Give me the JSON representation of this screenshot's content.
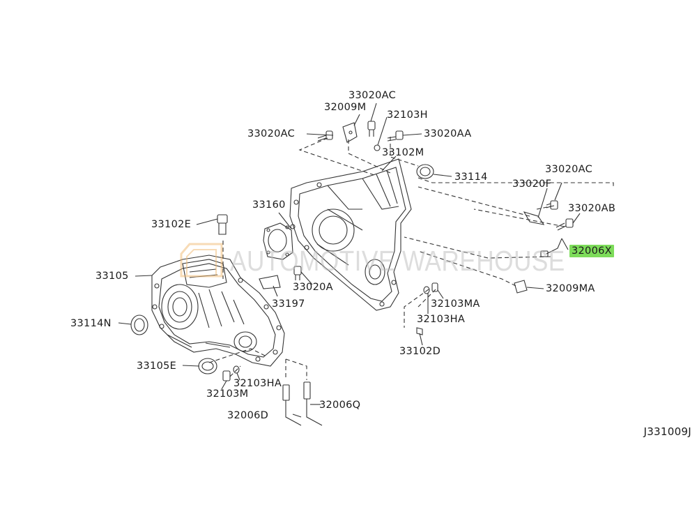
{
  "highlight_color": "#7ddc5a",
  "watermark_text": "AUTOMOTIVE WAREHOUSE",
  "watermark_accent": "#f0b870",
  "reference_code": "J331009J",
  "parts": {
    "p33020AC_top": "33020AC",
    "p32009M": "32009M",
    "p32103H": "32103H",
    "p33020AC_left": "33020AC",
    "p33020AA": "33020AA",
    "p33102M": "33102M",
    "p33114": "33114",
    "p33020AC_right": "33020AC",
    "p33020F": "33020F",
    "p33020AB": "33020AB",
    "p33160": "33160",
    "p32006X": "32006X",
    "p33102E": "33102E",
    "p33105": "33105",
    "p33020A": "33020A",
    "p32009MA": "32009MA",
    "p33197": "33197",
    "p32103MA": "32103MA",
    "p33114N": "33114N",
    "p32103HA_right": "32103HA",
    "p33102D": "33102D",
    "p33105E": "33105E",
    "p32103HA_left": "32103HA",
    "p32103M": "32103M",
    "p32006Q": "32006Q",
    "p32006D": "32006D"
  }
}
